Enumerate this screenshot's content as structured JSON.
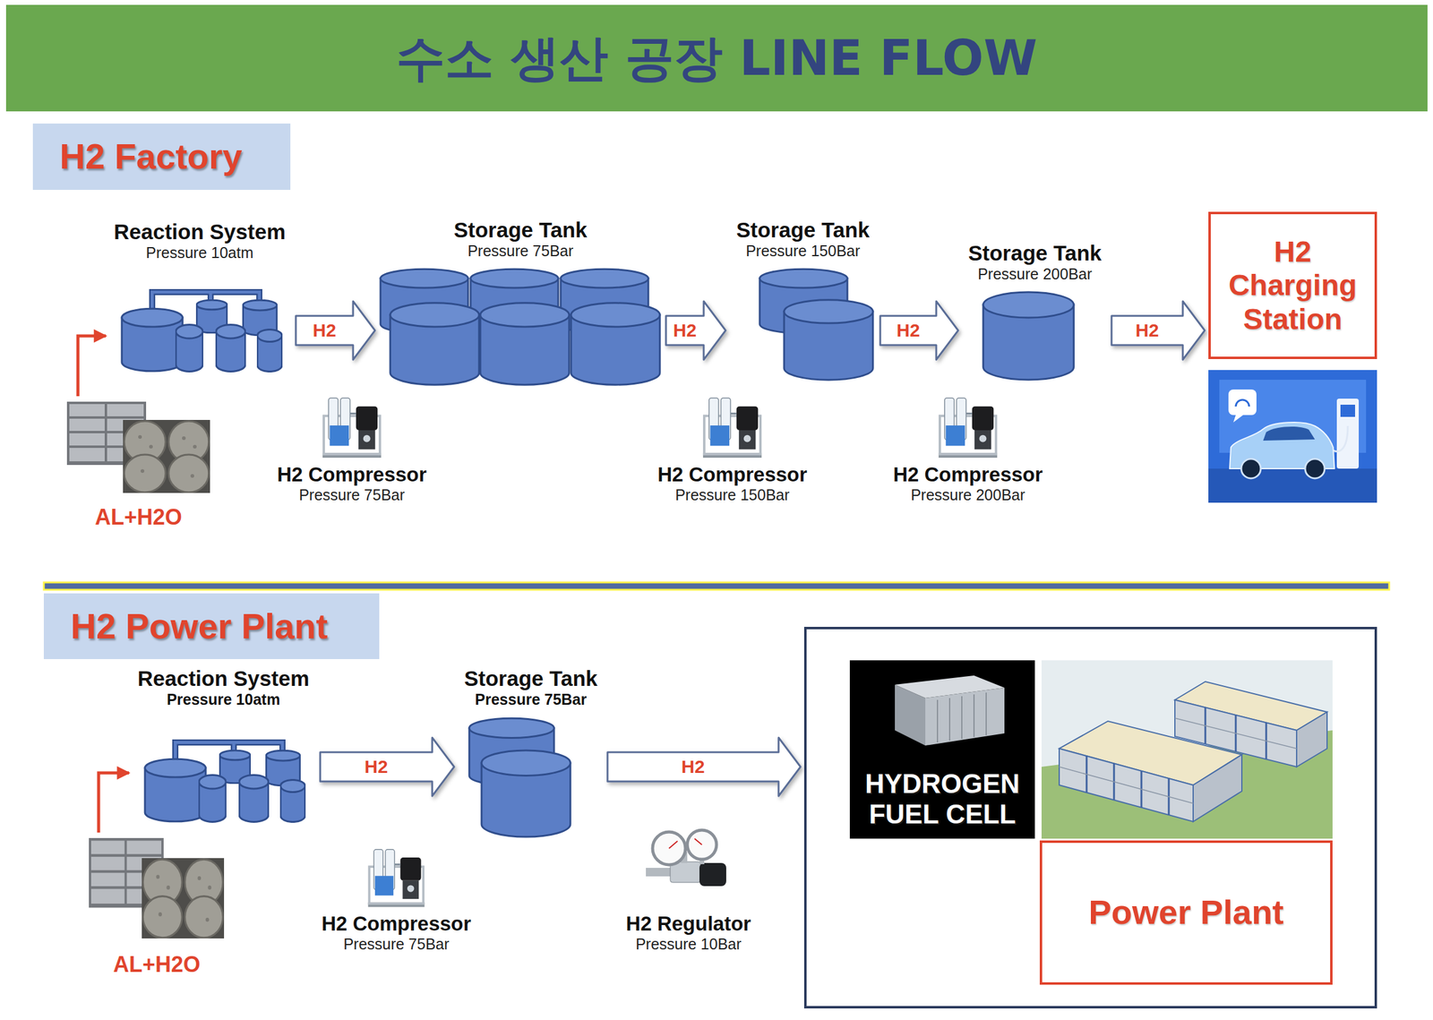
{
  "diagram": {
    "title": "수소 생산 공장 LINE FLOW",
    "nodes": [
      {
        "text": [
          "H2 Factory"
        ]
      },
      {
        "text": [
          "Reaction System",
          "Pressure 10atm"
        ]
      },
      {
        "text": [
          "Storage Tank",
          "Pressure 75Bar"
        ]
      },
      {
        "text": [
          "Storage Tank",
          "Pressure 150Bar"
        ]
      },
      {
        "text": [
          "Storage Tank",
          "Pressure 200Bar"
        ]
      },
      {
        "text": [
          "H2 Charging Station"
        ]
      },
      {
        "text": [
          "H2 Compressor",
          "Pressure 75Bar"
        ]
      },
      {
        "text": [
          "H2 Compressor",
          "Pressure 150Bar"
        ]
      },
      {
        "text": [
          "H2 Compressor",
          "Pressure 200Bar"
        ]
      },
      {
        "text": [
          "AL+H2O"
        ]
      },
      {
        "text": [
          "H2 Power Plant"
        ]
      },
      {
        "text": [
          "Reaction System",
          "Pressure 10atm"
        ]
      },
      {
        "text": [
          "Storage Tank",
          "Pressure 75Bar"
        ]
      },
      {
        "text": []
      },
      {
        "text": [
          "HYDROGEN FUEL CELL"
        ],
        "in": 13
      },
      {
        "text": [
          "Power Plant"
        ],
        "in": 13
      },
      {
        "text": [
          "H2 Compressor",
          "Pressure 75Bar"
        ]
      },
      {
        "text": [
          "H2 Regulator",
          "Pressure 10Bar"
        ]
      },
      {
        "text": [
          "AL+H2O"
        ]
      }
    ],
    "edges": [
      {
        "from": 9,
        "to": 1,
        "arrow": "to"
      },
      {
        "from": 1,
        "to": 2,
        "label": "H2",
        "arrow": "to"
      },
      {
        "from": 2,
        "to": 3,
        "label": "H2",
        "arrow": "to"
      },
      {
        "from": 3,
        "to": 4,
        "label": "H2",
        "arrow": "to"
      },
      {
        "from": 4,
        "to": 5,
        "label": "H2",
        "arrow": "to"
      },
      {
        "from": 18,
        "to": 11,
        "arrow": "to"
      },
      {
        "from": 11,
        "to": 12,
        "label": "H2",
        "arrow": "to"
      },
      {
        "from": 12,
        "to": 13,
        "label": "H2",
        "arrow": "to"
      }
    ]
  }
}
